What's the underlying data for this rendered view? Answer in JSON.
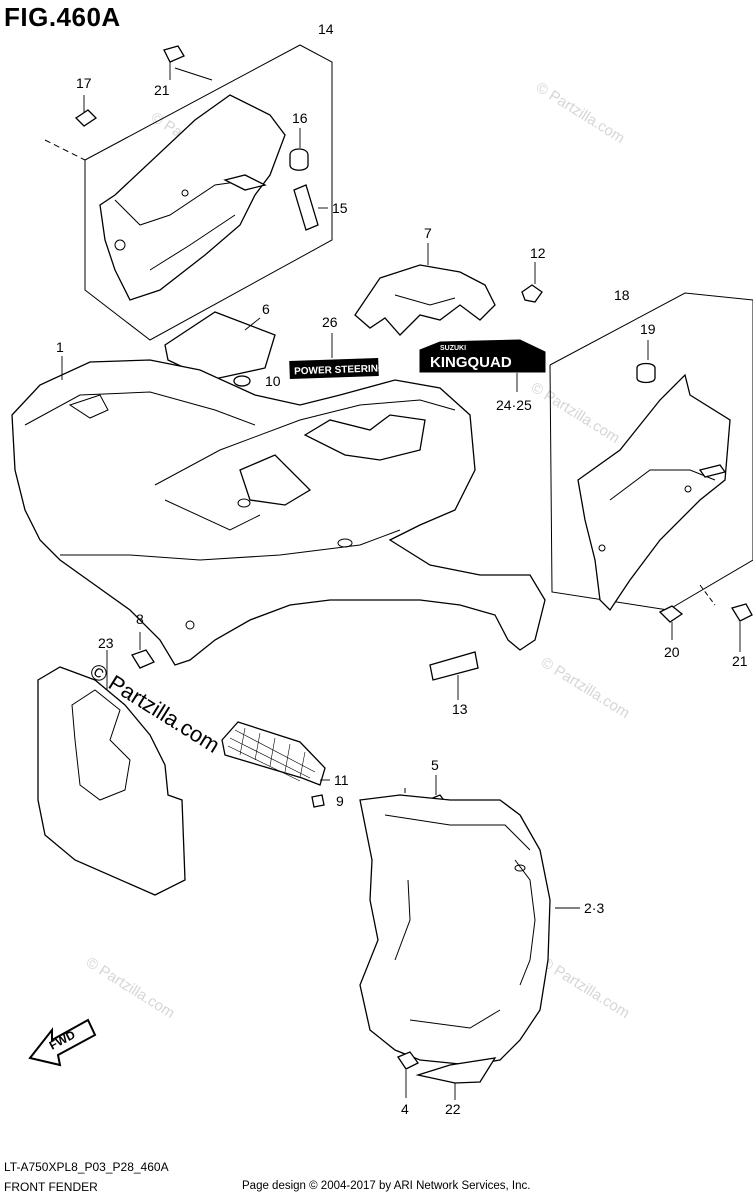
{
  "figure_title": "FIG.460A",
  "callouts": {
    "c1": "1",
    "c23": "3",
    "c4": "4",
    "c5": "5",
    "c6": "6",
    "c7": "7",
    "c8": "8",
    "c9": "9",
    "c10": "10",
    "c11": "11",
    "c12": "12",
    "c13": "13",
    "c14": "14",
    "c15": "15",
    "c16": "16",
    "c17": "17",
    "c18": "18",
    "c19": "19",
    "c20": "20",
    "c21a": "21",
    "c21b": "21",
    "c22": "22",
    "c23b": "23",
    "c2425": "24·25",
    "c26": "26",
    "c2dot3": "2·3"
  },
  "decals": {
    "power_steering": "POWER STEERING",
    "kingquad": "KINGQUAD",
    "suzuki_small": "SUZUKI",
    "fwd": "FWD"
  },
  "watermark": {
    "text": "© Partzilla.com",
    "large_text": "© Partzilla.com"
  },
  "footer": {
    "diagram_code": "LT-A750XPL8_P03_P28_460A",
    "section_name": "FRONT FENDER",
    "copyright": "Page design © 2004-2017 by ARI Network Services, Inc."
  },
  "colors": {
    "line": "#000000",
    "background": "#ffffff",
    "watermark": "#d6d6d6"
  }
}
